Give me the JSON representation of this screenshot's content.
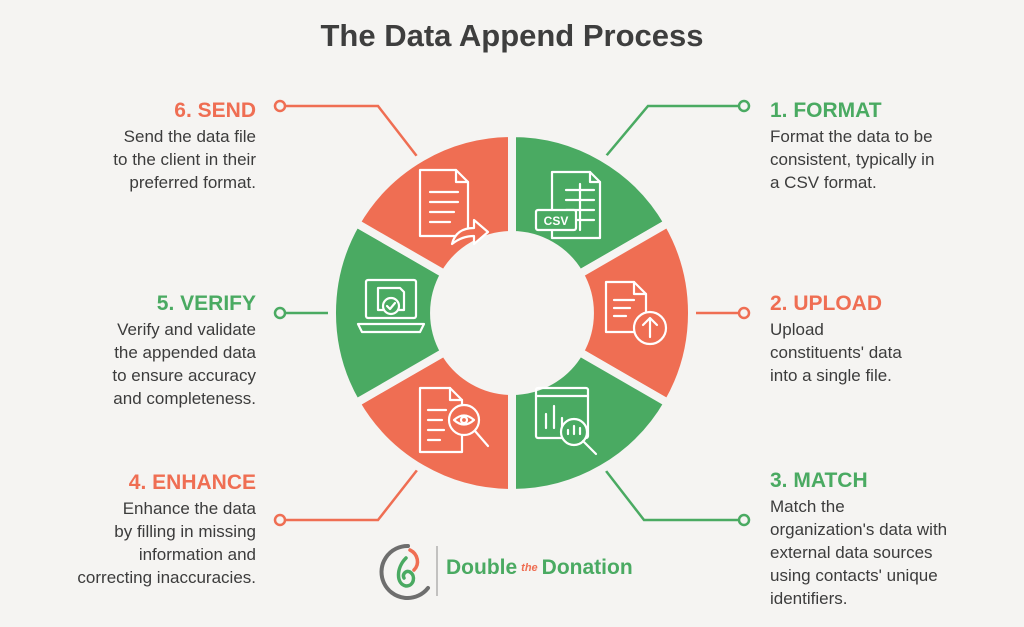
{
  "title": "The Data Append Process",
  "steps": [
    {
      "heading": "1. FORMAT",
      "lines": [
        "Format the data to be",
        "consistent, typically in",
        "a CSV format."
      ],
      "color": "#4aaa62"
    },
    {
      "heading": "2. UPLOAD",
      "lines": [
        "Upload",
        "constituents' data",
        "into a single file."
      ],
      "color": "#ef6e53"
    },
    {
      "heading": "3. MATCH",
      "lines": [
        "Match the",
        "organization's data with",
        "external data sources",
        "using contacts' unique",
        "identifiers."
      ],
      "color": "#4aaa62"
    },
    {
      "heading": "4. ENHANCE",
      "lines": [
        "Enhance the data",
        "by filling in missing",
        "information and",
        "correcting inaccuracies."
      ],
      "color": "#ef6e53"
    },
    {
      "heading": "5. VERIFY",
      "lines": [
        "Verify and validate",
        "the appended data",
        "to ensure accuracy",
        "and completeness."
      ],
      "color": "#4aaa62"
    },
    {
      "heading": "6. SEND",
      "lines": [
        "Send the data file",
        "to the client in their",
        "preferred format."
      ],
      "color": "#ef6e53"
    }
  ],
  "icons": {
    "format": "csv-spreadsheet-icon",
    "upload": "upload-document-icon",
    "match": "chart-magnifier-icon",
    "enhance": "document-search-icon",
    "verify": "laptop-checkmark-icon",
    "send": "send-document-icon"
  },
  "icon_labels": {
    "csv": "CSV"
  },
  "logo": {
    "left": "Double",
    "middle": "the",
    "right": "Donation"
  },
  "colors": {
    "green": "#4aaa62",
    "orange": "#ef6e53",
    "background": "#f5f4f2",
    "title": "#3e3e3e"
  }
}
